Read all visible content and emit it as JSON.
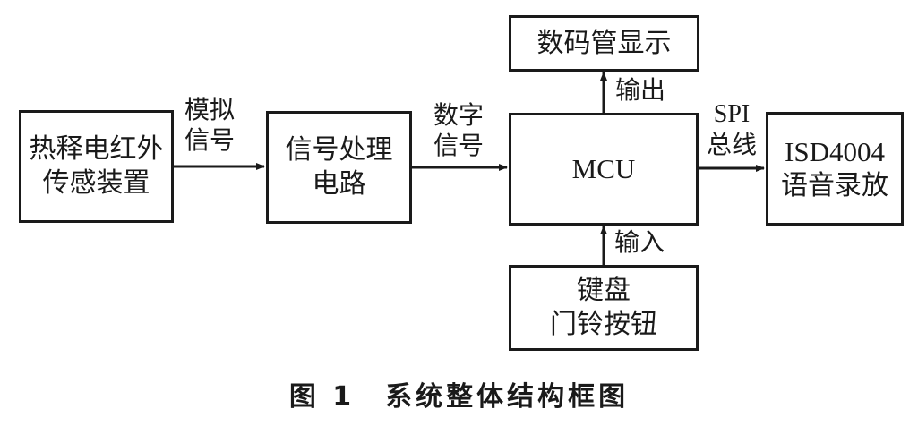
{
  "diagram": {
    "blocks": {
      "sensor": {
        "lines": [
          "热释电红外",
          "传感装置"
        ]
      },
      "signal_processing": {
        "lines": [
          "信号处理",
          "电路"
        ]
      },
      "mcu": {
        "lines": [
          "MCU"
        ]
      },
      "display": {
        "lines": [
          "数码管显示"
        ]
      },
      "voice": {
        "lines": [
          "ISD4004",
          "语音录放"
        ]
      },
      "keypad": {
        "lines": [
          "键盘",
          "门铃按钮"
        ]
      }
    },
    "edges": {
      "analog": {
        "from": "sensor",
        "to": "signal_processing",
        "lines": [
          "模拟",
          "信号"
        ]
      },
      "digital": {
        "from": "signal_processing",
        "to": "mcu",
        "lines": [
          "数字",
          "信号"
        ]
      },
      "output": {
        "from": "mcu",
        "to": "display",
        "lines": [
          "输出"
        ]
      },
      "spi": {
        "from": "mcu",
        "to": "voice",
        "lines": [
          "SPI",
          "总线"
        ]
      },
      "input": {
        "from": "keypad",
        "to": "mcu",
        "lines": [
          "输入"
        ]
      }
    }
  },
  "caption": {
    "figure_number": "图 1",
    "title": "系统整体结构框图"
  }
}
